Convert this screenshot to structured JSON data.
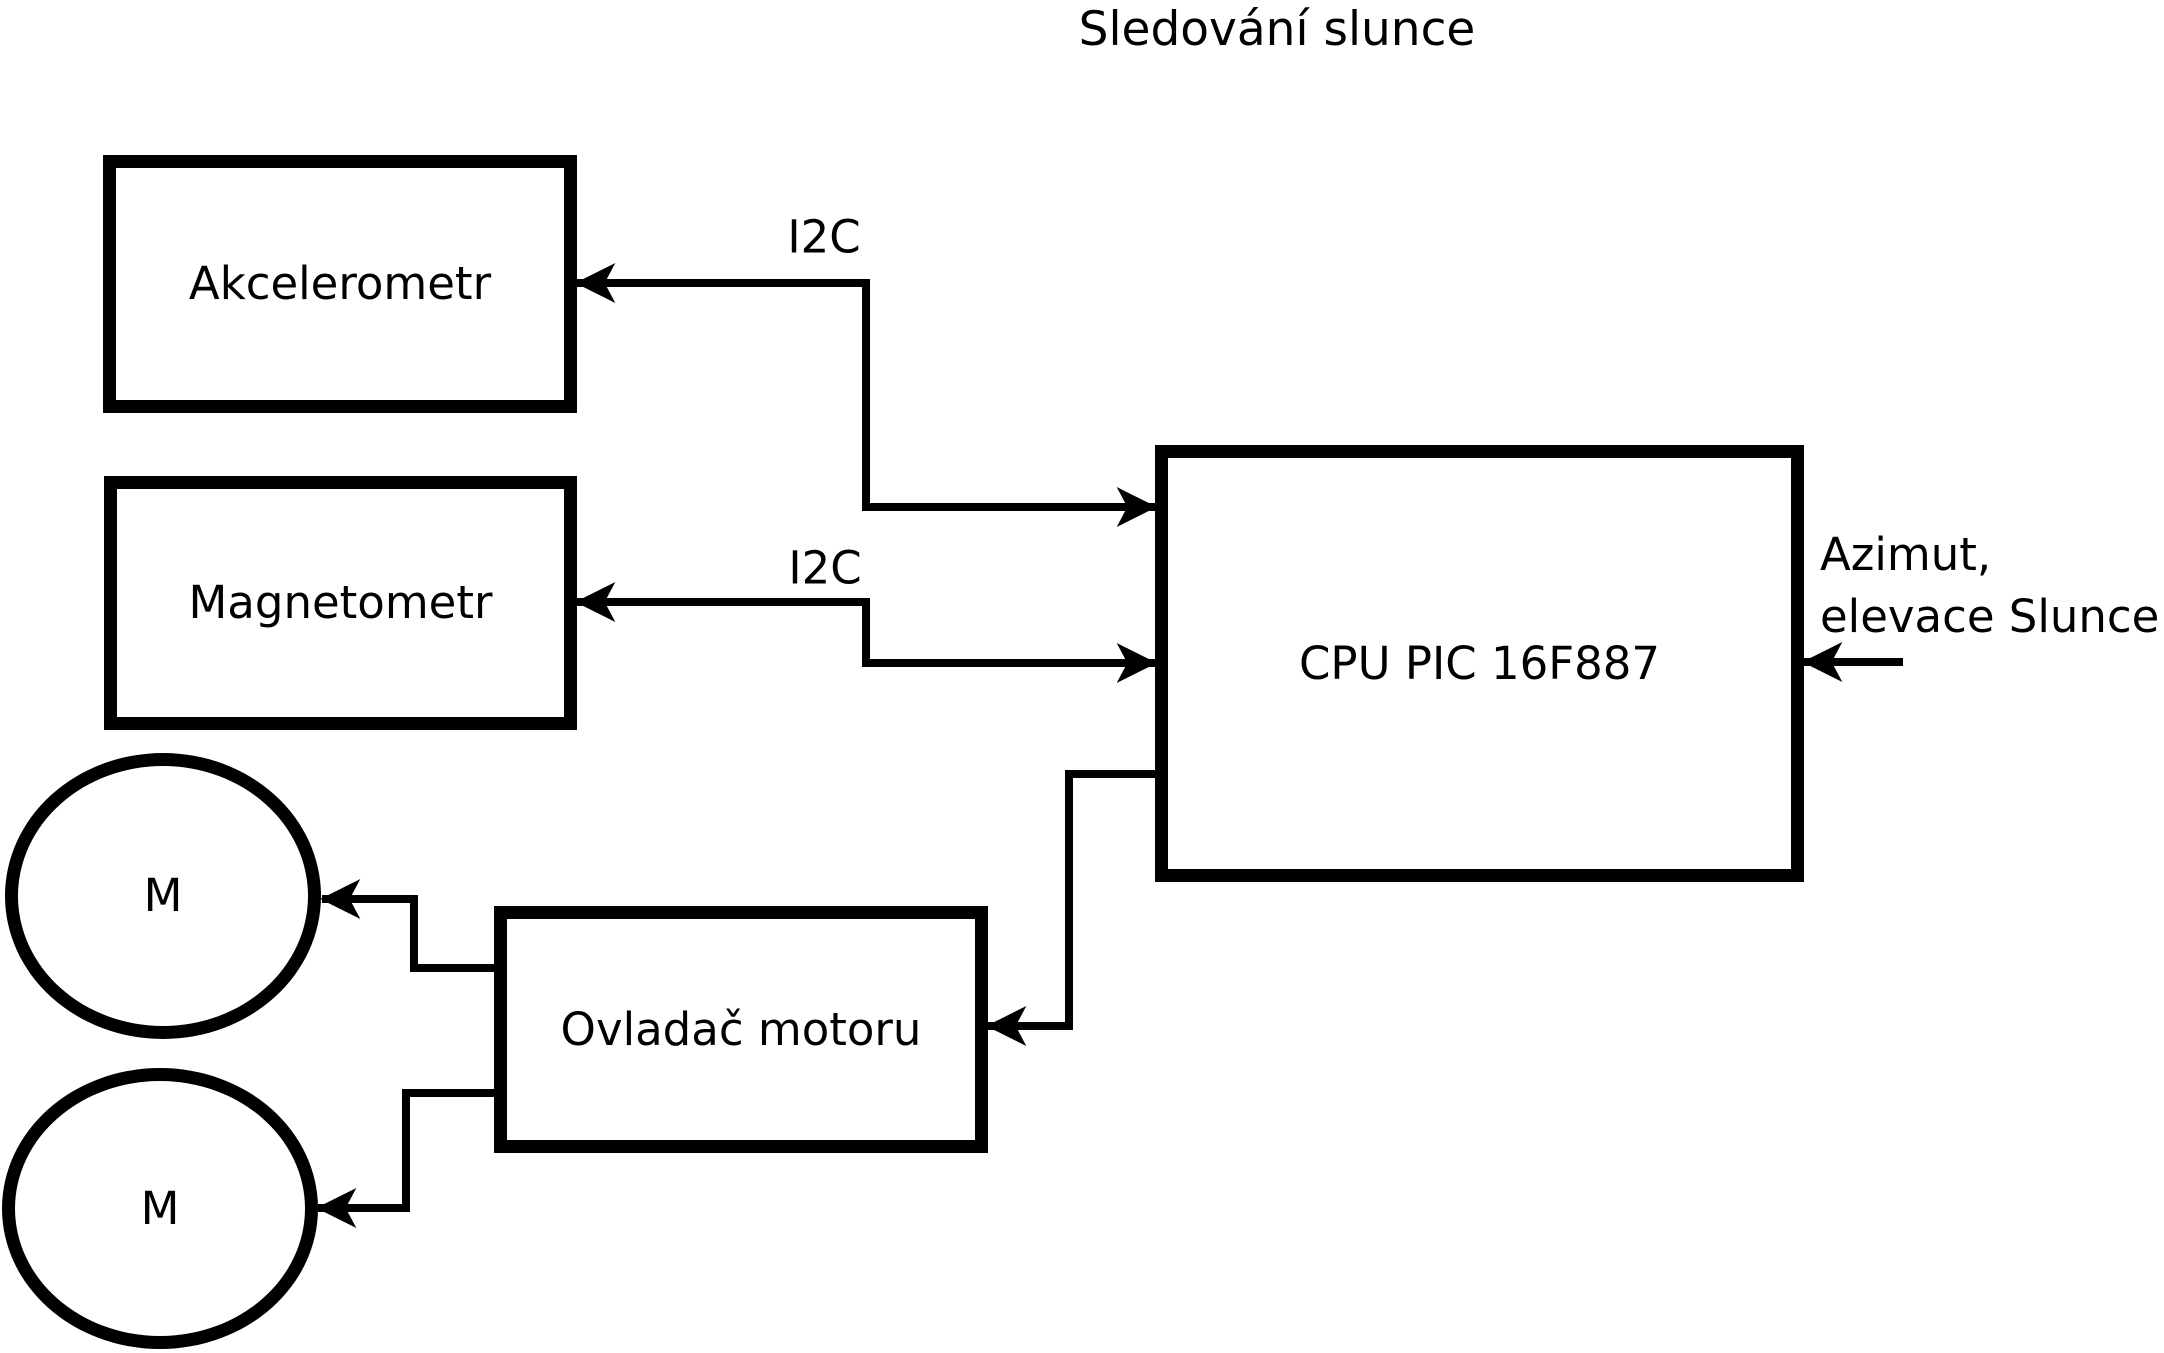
{
  "title": "Sledování slunce",
  "nodes": {
    "akcelerometr": {
      "label": "Akcelerometr"
    },
    "magnetometr": {
      "label": "Magnetometr"
    },
    "cpu": {
      "label": "CPU PIC 16F887"
    },
    "ovladac_motoru": {
      "label": "Ovladač motoru"
    },
    "motor_1": {
      "label": "M"
    },
    "motor_2": {
      "label": "M"
    }
  },
  "edge_labels": {
    "i2c_akcelerometr": "I2C",
    "i2c_magnetometr": "I2C"
  },
  "input_label": {
    "line1": "Azimut,",
    "line2": "elevace Slunce"
  },
  "colors": {
    "stroke": "#000000",
    "background": "#ffffff"
  }
}
